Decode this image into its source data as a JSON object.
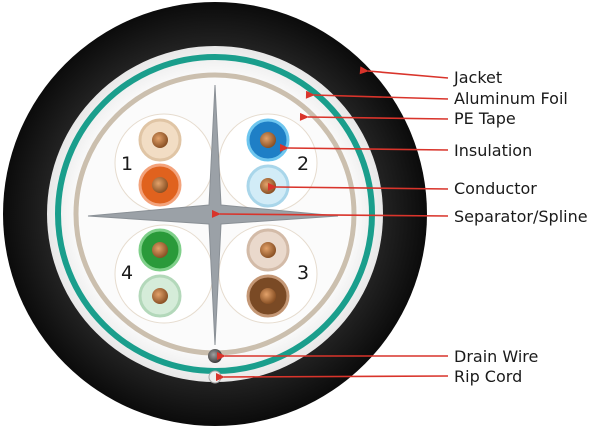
{
  "labels": {
    "jacket": "Jacket",
    "foil": "Aluminum Foil",
    "pe_tape": "PE Tape",
    "insulation": "Insulation",
    "conductor": "Conductor",
    "separator": "Separator/Spline",
    "drain_wire": "Drain Wire",
    "rip_cord": "Rip Cord"
  },
  "pairs": {
    "p1": "1",
    "p2": "2",
    "p3": "3",
    "p4": "4"
  },
  "colors": {
    "jacket": "#0e0e0e",
    "foil": "#1a9e8c",
    "pe_tape": "#cbbfae",
    "spline": "#9aa0a6",
    "arrow": "#d9342b",
    "conductor": "#b8763f",
    "pair1": "#e0621e",
    "pair2": "#1e7fc6",
    "pair3": "#7a4a25",
    "pair4": "#2a9a3a"
  }
}
